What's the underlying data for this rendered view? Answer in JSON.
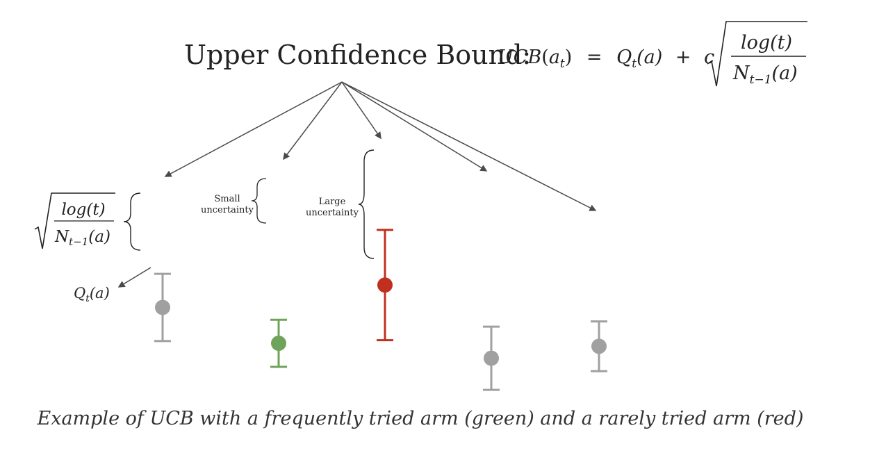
{
  "title": {
    "label": "Upper Confidence Bound:",
    "formula": {
      "lhs_fn": "UCB",
      "lhs_arg": "a",
      "lhs_sub": "t",
      "eq": "=",
      "q": "Q",
      "q_sub": "t",
      "q_arg": "(a)",
      "plus": "+",
      "c": "c",
      "num": "log(t)",
      "den": "N",
      "den_sub": "t−1",
      "den_arg": "(a)"
    }
  },
  "annotations": {
    "bonus_num": "log(t)",
    "bonus_den": "N",
    "bonus_den_sub": "t−1",
    "bonus_den_arg": "(a)",
    "q_label": "Q",
    "q_label_sub": "t",
    "q_label_arg": "(a)",
    "small_line1": "Small",
    "small_line2": "uncertainty",
    "large_line1": "Large",
    "large_line2": "uncertainty"
  },
  "arms": [
    {
      "name": "arm-1",
      "color": "#a0a0a0",
      "estimate": 0.5,
      "bound": 0.5
    },
    {
      "name": "arm-2-frequent",
      "color": "#6fa35a",
      "estimate": 0.26,
      "bound": 0.35
    },
    {
      "name": "arm-3-rare",
      "color": "#c0301f",
      "estimate": 0.65,
      "bound": 0.82
    },
    {
      "name": "arm-4",
      "color": "#a0a0a0",
      "estimate": 0.16,
      "bound": 0.47
    },
    {
      "name": "arm-5",
      "color": "#a0a0a0",
      "estimate": 0.24,
      "bound": 0.37
    }
  ],
  "caption": "Example of UCB with a frequently tried arm (green) and a rarely tried arm (red)"
}
